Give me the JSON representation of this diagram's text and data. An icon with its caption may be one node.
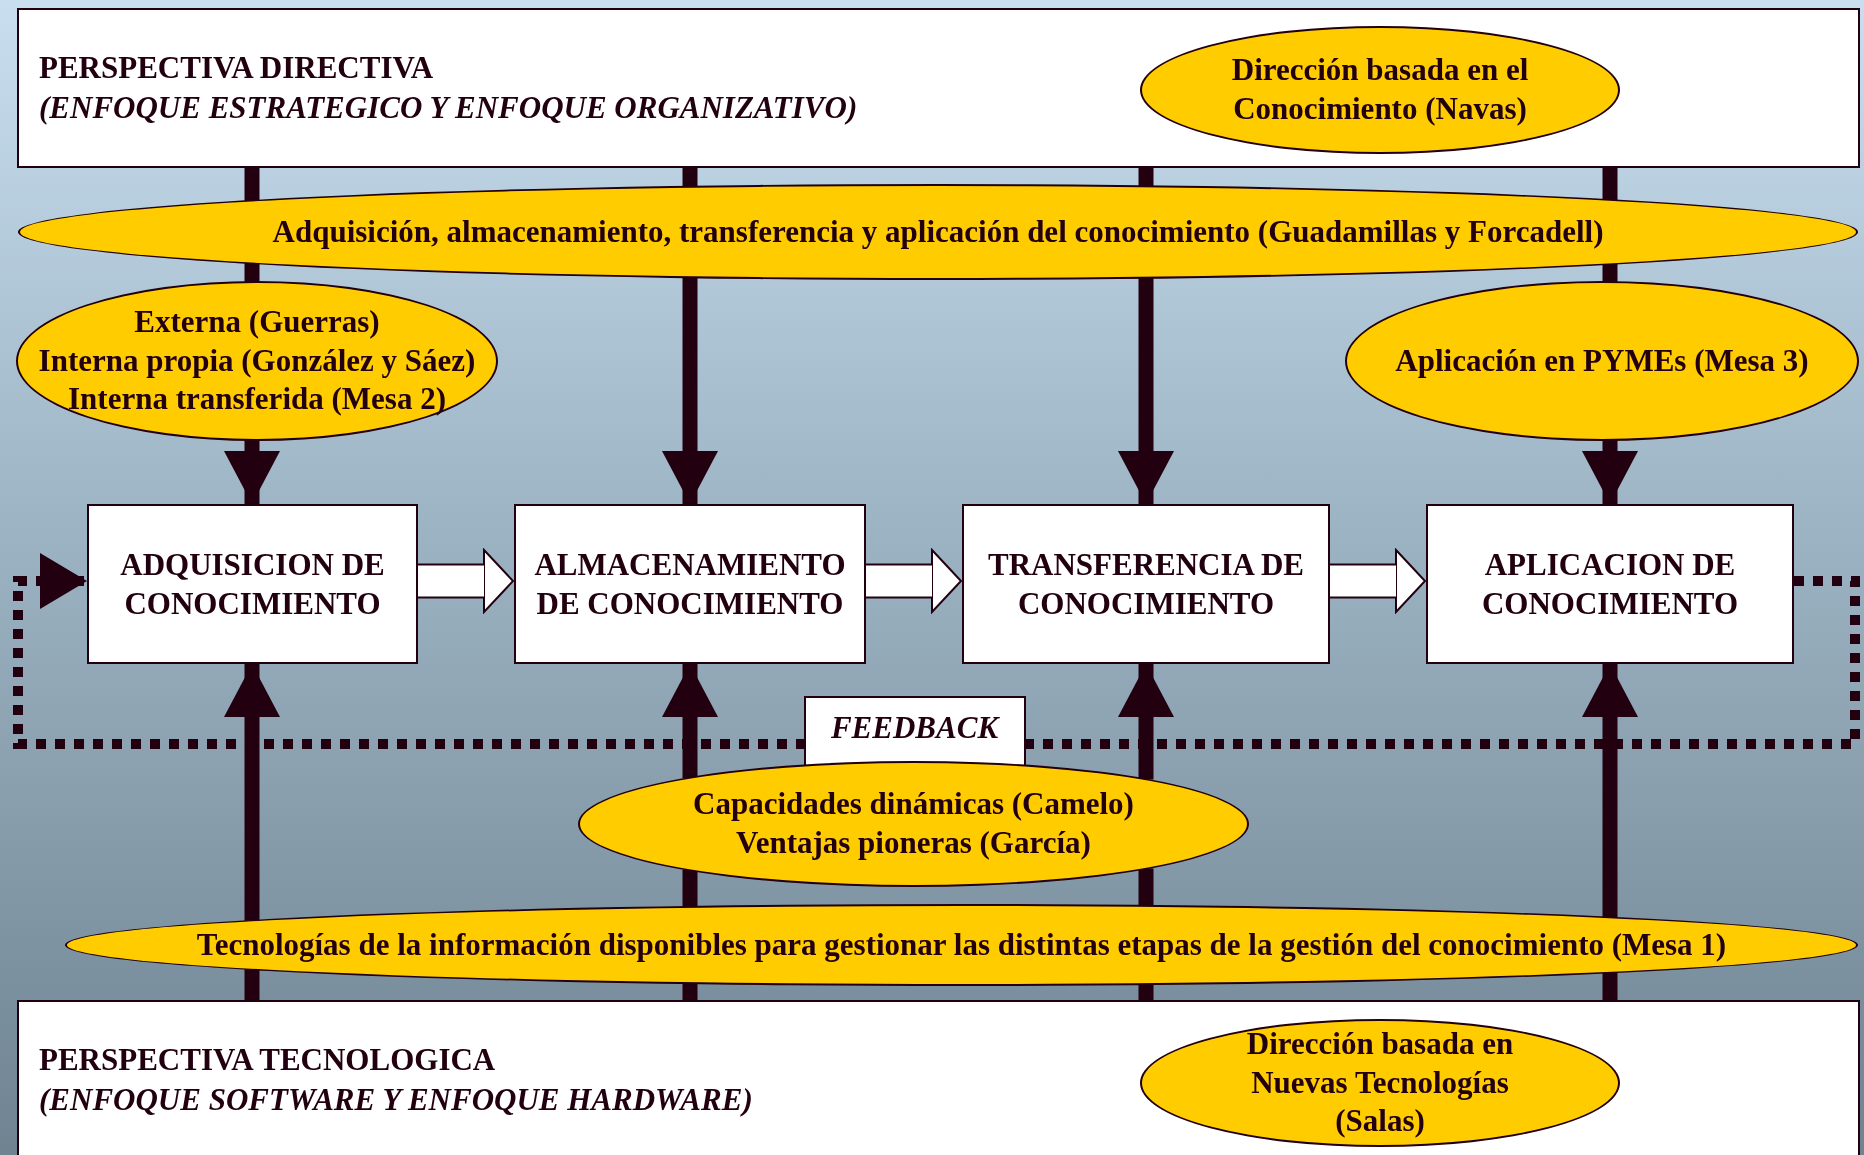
{
  "diagram": {
    "nodes": [
      {
        "text": [
          "PERSPECTIVA DIRECTIVA",
          "(ENFOQUE ESTRATEGICO Y ENFOQUE ORGANIZATIVO)"
        ]
      },
      {
        "text": [
          "Dirección basada en el Conocimiento (Navas)"
        ],
        "in": 0
      },
      {
        "text": [
          "Adquisición, almacenamiento, transferencia y aplicación del conocimiento (Guadamillas y Forcadell)"
        ]
      },
      {
        "text": [
          "Externa (Guerras)",
          "Interna propia (González y Sáez)",
          "Interna transferida (Mesa 2)"
        ]
      },
      {
        "text": [
          "Aplicación en PYMEs (Mesa 3)"
        ]
      },
      {
        "text": [
          "ADQUISICION DE CONOCIMIENTO"
        ]
      },
      {
        "text": [
          "ALMACENAMIENTO DE CONOCIMIENTO"
        ]
      },
      {
        "text": [
          "TRANSFERENCIA DE CONOCIMIENTO"
        ]
      },
      {
        "text": [
          "APLICACION DE CONOCIMIENTO"
        ]
      },
      {
        "text": [
          "Capacidades dinámicas (Camelo)",
          "Ventajas pioneras (García)"
        ]
      },
      {
        "text": [
          "Tecnologías de la información disponibles para gestionar las distintas etapas de la gestión del conocimiento (Mesa 1)"
        ]
      },
      {
        "text": [
          "PERSPECTIVA TECNOLOGICA",
          "(ENFOQUE SOFTWARE Y ENFOQUE HARDWARE)"
        ]
      },
      {
        "text": [
          "Dirección basada en Nuevas Tecnologías (Salas)"
        ],
        "in": 11
      }
    ],
    "edges": [
      {
        "from": 0,
        "to": 2,
        "arrow": "none"
      },
      {
        "from": 2,
        "to": 3,
        "arrow": "none"
      },
      {
        "from": 3,
        "to": 5,
        "arrow": "to"
      },
      {
        "from": 0,
        "to": 2,
        "arrow": "none"
      },
      {
        "from": 2,
        "to": 6,
        "arrow": "to"
      },
      {
        "from": 0,
        "to": 2,
        "arrow": "none"
      },
      {
        "from": 2,
        "to": 7,
        "arrow": "to"
      },
      {
        "from": 0,
        "to": 2,
        "arrow": "none"
      },
      {
        "from": 2,
        "to": 4,
        "arrow": "none"
      },
      {
        "from": 4,
        "to": 8,
        "arrow": "to"
      },
      {
        "from": 11,
        "to": 10,
        "arrow": "none"
      },
      {
        "from": 10,
        "to": 5,
        "arrow": "to"
      },
      {
        "from": 11,
        "to": 10,
        "arrow": "none"
      },
      {
        "from": 10,
        "to": 9,
        "arrow": "none"
      },
      {
        "from": 9,
        "to": 6,
        "arrow": "to"
      },
      {
        "from": 11,
        "to": 10,
        "arrow": "none"
      },
      {
        "from": 10,
        "to": 9,
        "arrow": "none"
      },
      {
        "from": 9,
        "to": 7,
        "arrow": "to"
      },
      {
        "from": 11,
        "to": 10,
        "arrow": "none"
      },
      {
        "from": 10,
        "to": 8,
        "arrow": "to"
      },
      {
        "from": 5,
        "to": 6,
        "arrow": "to",
        "style": "thick"
      },
      {
        "from": 6,
        "to": 7,
        "arrow": "to",
        "style": "thick"
      },
      {
        "from": 7,
        "to": 8,
        "arrow": "to",
        "style": "thick"
      },
      {
        "from": 8,
        "to": 5,
        "arrow": "to",
        "style": "dashed",
        "label": "FEEDBACK"
      }
    ]
  }
}
